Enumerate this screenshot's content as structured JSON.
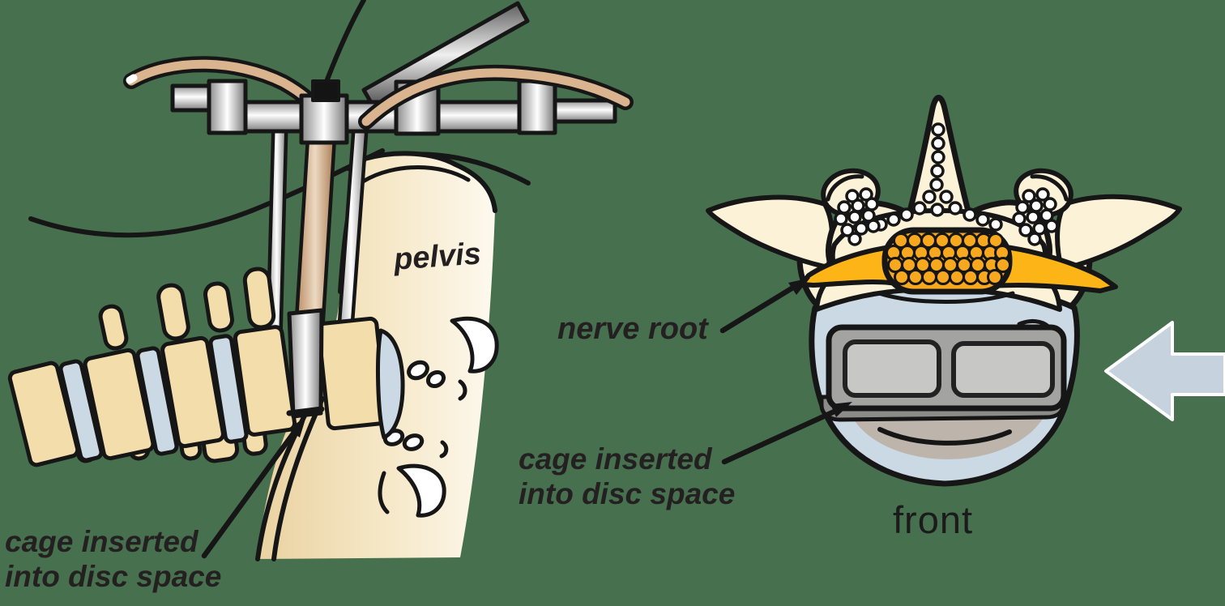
{
  "left_panel": {
    "name": "lateral view of lumbar spine with surgical instrument",
    "labels": {
      "pelvis": "pelvis",
      "cage_caption": {
        "line1": "cage inserted",
        "line2": "into disc space"
      }
    }
  },
  "right_panel": {
    "name": "front view of vertebra with fusion cage",
    "labels": {
      "nerve_root": "nerve root",
      "cage_caption": {
        "line1": "cage inserted",
        "line2": "into disc space"
      },
      "view": "front"
    },
    "icons": {
      "approach_arrow": "left-arrow"
    }
  },
  "colors": {
    "background": "#47714E",
    "bone_tan": "#F3DDAB",
    "bone_cream": "#FBF2D8",
    "disc_blue": "#CBD9E5",
    "sac_orange": "#F7A81F",
    "nerve_yellow": "#FCB417",
    "cage_gray": "#A3A3A1",
    "cage_window_gray": "#C7C7C5",
    "approach_arrow_blue": "#C6D3DE",
    "outline": "#161616",
    "text": "#242021"
  }
}
